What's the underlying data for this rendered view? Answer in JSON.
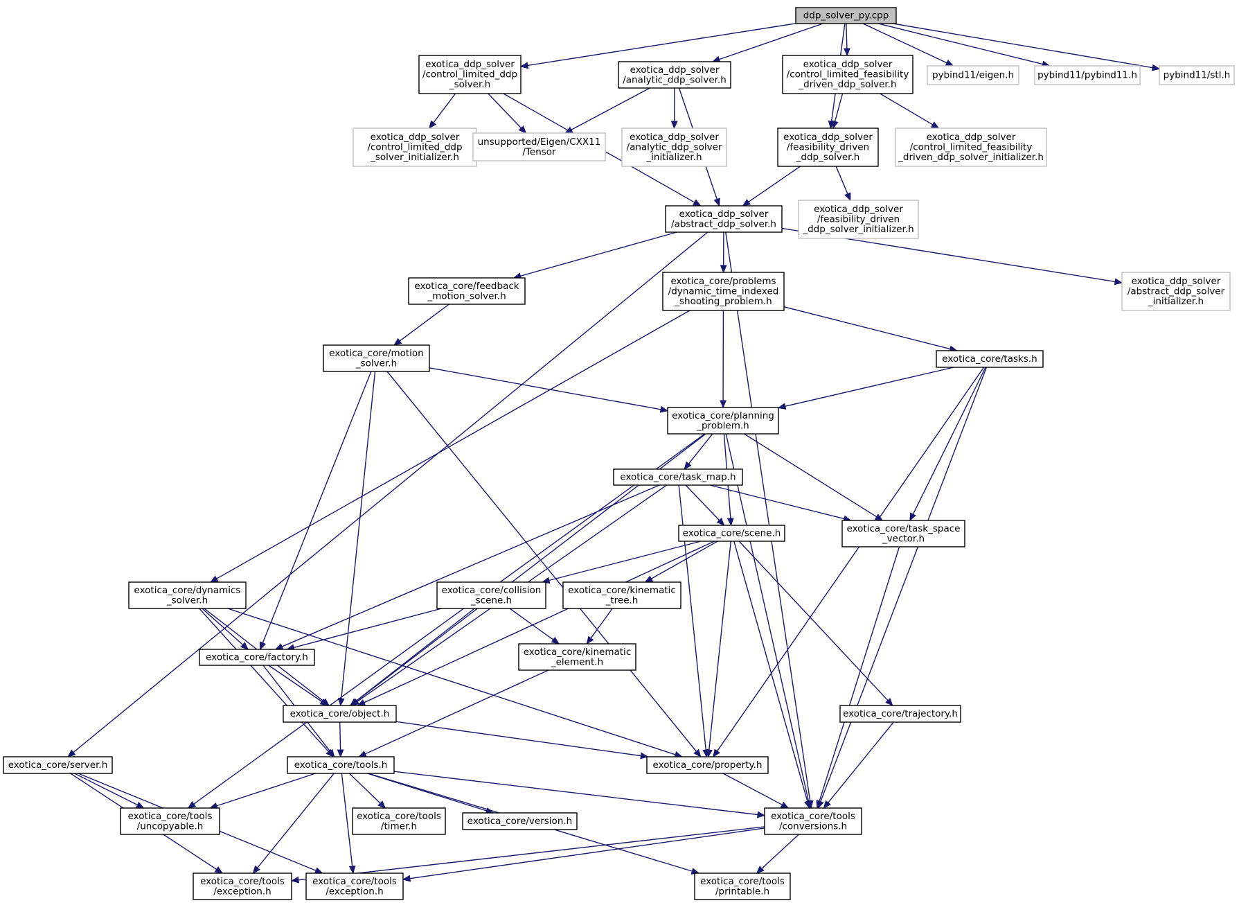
{
  "colors": {
    "edge": "#191970",
    "node_border": "#000000",
    "external_border": "#bfbfbf",
    "root_fill": "#bfbfbf",
    "node_fill": "#ffffff",
    "text": "#000000"
  },
  "nodes": {
    "root": {
      "lines": [
        "ddp_solver_py.cpp"
      ],
      "kind": "root"
    },
    "cl_ddp": {
      "lines": [
        "exotica_ddp_solver",
        "/control_limited_ddp",
        "_solver.h"
      ],
      "kind": "internal"
    },
    "an_ddp": {
      "lines": [
        "exotica_ddp_solver",
        "/analytic_ddp_solver.h"
      ],
      "kind": "internal"
    },
    "clfd_ddp": {
      "lines": [
        "exotica_ddp_solver",
        "/control_limited_feasibility",
        "_driven_ddp_solver.h"
      ],
      "kind": "internal"
    },
    "pb_eigen": {
      "lines": [
        "pybind11/eigen.h"
      ],
      "kind": "external"
    },
    "pb_pybind": {
      "lines": [
        "pybind11/pybind11.h"
      ],
      "kind": "external"
    },
    "pb_stl": {
      "lines": [
        "pybind11/stl.h"
      ],
      "kind": "external"
    },
    "cl_init": {
      "lines": [
        "exotica_ddp_solver",
        "/control_limited_ddp",
        "_solver_initializer.h"
      ],
      "kind": "external"
    },
    "tensor": {
      "lines": [
        "unsupported/Eigen/CXX11",
        "/Tensor"
      ],
      "kind": "external"
    },
    "an_init": {
      "lines": [
        "exotica_ddp_solver",
        "/analytic_ddp_solver",
        "_initializer.h"
      ],
      "kind": "external"
    },
    "fd_ddp": {
      "lines": [
        "exotica_ddp_solver",
        "/feasibility_driven",
        "_ddp_solver.h"
      ],
      "kind": "internal"
    },
    "clfd_init": {
      "lines": [
        "exotica_ddp_solver",
        "/control_limited_feasibility",
        "_driven_ddp_solver_initializer.h"
      ],
      "kind": "external"
    },
    "fd_init": {
      "lines": [
        "exotica_ddp_solver",
        "/feasibility_driven",
        "_ddp_solver_initializer.h"
      ],
      "kind": "external"
    },
    "abs_ddp": {
      "lines": [
        "exotica_ddp_solver",
        "/abstract_ddp_solver.h"
      ],
      "kind": "internal"
    },
    "abs_init": {
      "lines": [
        "exotica_ddp_solver",
        "/abstract_ddp_solver",
        "_initializer.h"
      ],
      "kind": "external"
    },
    "feedback": {
      "lines": [
        "exotica_core/feedback",
        "_motion_solver.h"
      ],
      "kind": "internal"
    },
    "dtisp": {
      "lines": [
        "exotica_core/problems",
        "/dynamic_time_indexed",
        "_shooting_problem.h"
      ],
      "kind": "internal"
    },
    "motion": {
      "lines": [
        "exotica_core/motion",
        "_solver.h"
      ],
      "kind": "internal"
    },
    "tasks": {
      "lines": [
        "exotica_core/tasks.h"
      ],
      "kind": "internal"
    },
    "planning": {
      "lines": [
        "exotica_core/planning",
        "_problem.h"
      ],
      "kind": "internal"
    },
    "task_map": {
      "lines": [
        "exotica_core/task_map.h"
      ],
      "kind": "internal"
    },
    "scene": {
      "lines": [
        "exotica_core/scene.h"
      ],
      "kind": "internal"
    },
    "tsv": {
      "lines": [
        "exotica_core/task_space",
        "_vector.h"
      ],
      "kind": "internal"
    },
    "dyn": {
      "lines": [
        "exotica_core/dynamics",
        "_solver.h"
      ],
      "kind": "internal"
    },
    "collision": {
      "lines": [
        "exotica_core/collision",
        "_scene.h"
      ],
      "kind": "internal"
    },
    "ktree": {
      "lines": [
        "exotica_core/kinematic",
        "_tree.h"
      ],
      "kind": "internal"
    },
    "factory": {
      "lines": [
        "exotica_core/factory.h"
      ],
      "kind": "internal"
    },
    "kelem": {
      "lines": [
        "exotica_core/kinematic",
        "_element.h"
      ],
      "kind": "internal"
    },
    "object": {
      "lines": [
        "exotica_core/object.h"
      ],
      "kind": "internal"
    },
    "trajectory": {
      "lines": [
        "exotica_core/trajectory.h"
      ],
      "kind": "internal"
    },
    "server": {
      "lines": [
        "exotica_core/server.h"
      ],
      "kind": "internal"
    },
    "tools": {
      "lines": [
        "exotica_core/tools.h"
      ],
      "kind": "internal"
    },
    "property": {
      "lines": [
        "exotica_core/property.h"
      ],
      "kind": "internal"
    },
    "uncopyable": {
      "lines": [
        "exotica_core/tools",
        "/uncopyable.h"
      ],
      "kind": "internal"
    },
    "timer": {
      "lines": [
        "exotica_core/tools",
        "/timer.h"
      ],
      "kind": "internal"
    },
    "version": {
      "lines": [
        "exotica_core/version.h"
      ],
      "kind": "internal"
    },
    "conversions": {
      "lines": [
        "exotica_core/tools",
        "/conversions.h"
      ],
      "kind": "internal"
    },
    "exception1": {
      "lines": [
        "exotica_core/tools",
        "/exception.h"
      ],
      "kind": "internal"
    },
    "exception2": {
      "lines": [
        "exotica_core/tools",
        "/exception.h"
      ],
      "kind": "internal"
    },
    "printable": {
      "lines": [
        "exotica_core/tools",
        "/printable.h"
      ],
      "kind": "internal"
    }
  },
  "edges": [
    [
      "root",
      "cl_ddp"
    ],
    [
      "root",
      "an_ddp"
    ],
    [
      "root",
      "clfd_ddp"
    ],
    [
      "root",
      "fd_ddp"
    ],
    [
      "root",
      "pb_eigen"
    ],
    [
      "root",
      "pb_pybind"
    ],
    [
      "root",
      "pb_stl"
    ],
    [
      "cl_ddp",
      "cl_init"
    ],
    [
      "cl_ddp",
      "tensor"
    ],
    [
      "cl_ddp",
      "abs_ddp"
    ],
    [
      "an_ddp",
      "tensor"
    ],
    [
      "an_ddp",
      "an_init"
    ],
    [
      "an_ddp",
      "abs_ddp"
    ],
    [
      "clfd_ddp",
      "fd_ddp"
    ],
    [
      "clfd_ddp",
      "clfd_init"
    ],
    [
      "fd_ddp",
      "abs_ddp"
    ],
    [
      "fd_ddp",
      "fd_init"
    ],
    [
      "abs_ddp",
      "server"
    ],
    [
      "abs_ddp",
      "feedback"
    ],
    [
      "abs_ddp",
      "dtisp"
    ],
    [
      "abs_ddp",
      "conversions"
    ],
    [
      "abs_ddp",
      "abs_init"
    ],
    [
      "feedback",
      "motion"
    ],
    [
      "dtisp",
      "dyn"
    ],
    [
      "dtisp",
      "planning"
    ],
    [
      "dtisp",
      "tasks"
    ],
    [
      "motion",
      "factory"
    ],
    [
      "motion",
      "object"
    ],
    [
      "motion",
      "planning"
    ],
    [
      "motion",
      "property"
    ],
    [
      "tasks",
      "planning"
    ],
    [
      "tasks",
      "tsv"
    ],
    [
      "tasks",
      "property"
    ],
    [
      "tasks",
      "conversions"
    ],
    [
      "planning",
      "uncopyable"
    ],
    [
      "planning",
      "object"
    ],
    [
      "planning",
      "task_map"
    ],
    [
      "planning",
      "scene"
    ],
    [
      "planning",
      "tsv"
    ],
    [
      "planning",
      "conversions"
    ],
    [
      "task_map",
      "factory"
    ],
    [
      "task_map",
      "object"
    ],
    [
      "task_map",
      "scene"
    ],
    [
      "task_map",
      "tsv"
    ],
    [
      "task_map",
      "property"
    ],
    [
      "scene",
      "collision"
    ],
    [
      "scene",
      "ktree"
    ],
    [
      "scene",
      "object"
    ],
    [
      "scene",
      "property"
    ],
    [
      "scene",
      "conversions"
    ],
    [
      "scene",
      "trajectory"
    ],
    [
      "tsv",
      "conversions"
    ],
    [
      "dyn",
      "factory"
    ],
    [
      "dyn",
      "object"
    ],
    [
      "dyn",
      "tools"
    ],
    [
      "dyn",
      "property"
    ],
    [
      "collision",
      "factory"
    ],
    [
      "collision",
      "object"
    ],
    [
      "collision",
      "kelem"
    ],
    [
      "ktree",
      "kelem"
    ],
    [
      "kelem",
      "tools"
    ],
    [
      "factory",
      "object"
    ],
    [
      "factory",
      "tools"
    ],
    [
      "object",
      "tools"
    ],
    [
      "object",
      "property"
    ],
    [
      "trajectory",
      "conversions"
    ],
    [
      "server",
      "uncopyable"
    ],
    [
      "server",
      "exception1"
    ],
    [
      "server",
      "exception2"
    ],
    [
      "tools",
      "uncopyable"
    ],
    [
      "tools",
      "timer"
    ],
    [
      "tools",
      "version"
    ],
    [
      "tools",
      "conversions"
    ],
    [
      "tools",
      "exception1"
    ],
    [
      "tools",
      "exception2"
    ],
    [
      "tools",
      "printable"
    ],
    [
      "property",
      "conversions"
    ],
    [
      "conversions",
      "exception1"
    ],
    [
      "conversions",
      "exception2"
    ],
    [
      "conversions",
      "printable"
    ]
  ]
}
